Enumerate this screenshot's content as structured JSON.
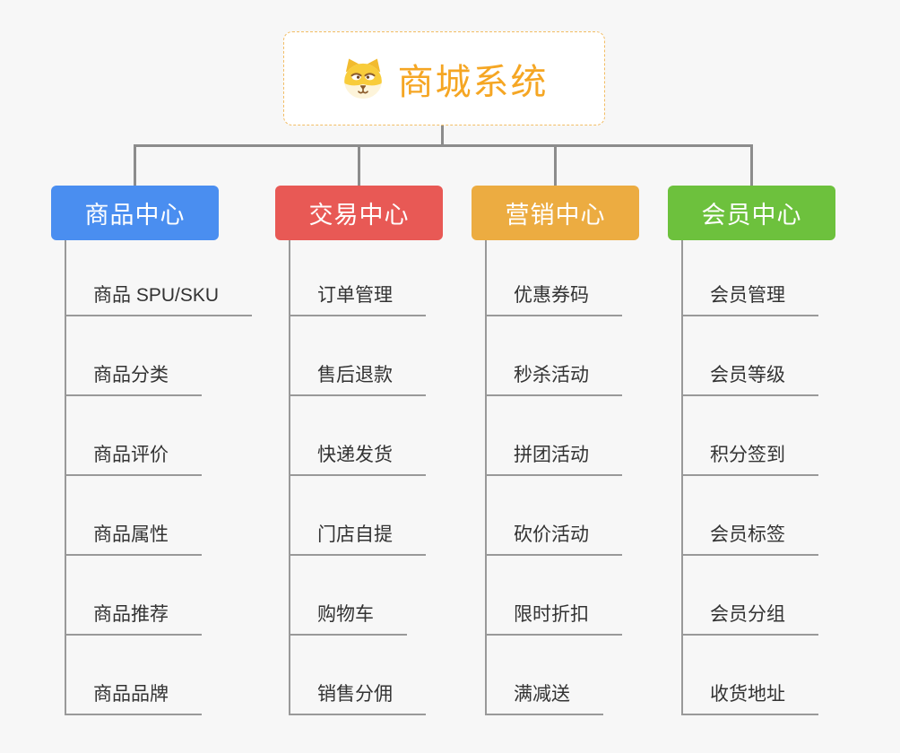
{
  "root": {
    "title": "商城系统",
    "icon": "dog-face-icon",
    "accent_color": "#F5A623",
    "border_color": "#F2BD65"
  },
  "connector_color": "#8C8C8C",
  "line_color": "#999999",
  "branches": [
    {
      "label": "商品中心",
      "color": "#4A8EF0",
      "items": [
        "商品 SPU/SKU",
        "商品分类",
        "商品评价",
        "商品属性",
        "商品推荐",
        "商品品牌"
      ]
    },
    {
      "label": "交易中心",
      "color": "#E85955",
      "items": [
        "订单管理",
        "售后退款",
        "快递发货",
        "门店自提",
        "购物车",
        "销售分佣"
      ]
    },
    {
      "label": "营销中心",
      "color": "#ECAC41",
      "items": [
        "优惠券码",
        "秒杀活动",
        "拼团活动",
        "砍价活动",
        "限时折扣",
        "满减送"
      ]
    },
    {
      "label": "会员中心",
      "color": "#6DC13D",
      "items": [
        "会员管理",
        "会员等级",
        "积分签到",
        "会员标签",
        "会员分组",
        "收货地址"
      ]
    }
  ]
}
